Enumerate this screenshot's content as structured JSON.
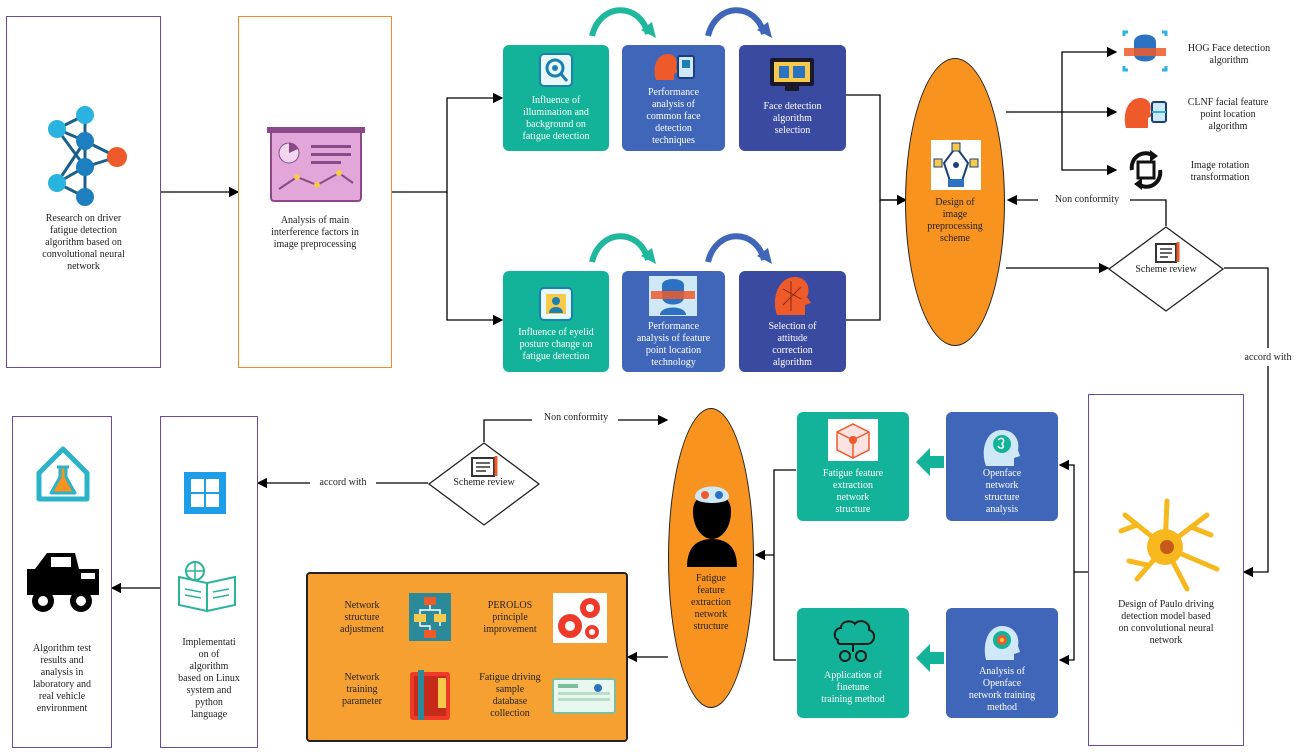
{
  "nodes": {
    "research": "Research on driver\nfatigue detection\nalgorithm based on\nconvolutional neural\nnetwork",
    "analysis": "Analysis of main\ninterference factors in\nimage preprocessing",
    "illumination": "Influence of\nillumination and\nbackground on\nfatigue detection",
    "perf_face": "Performance\nanalysis of\ncommon face\ndetection\ntechniques",
    "face_select": "Face detection\nalgorithm\nselection",
    "eyelid": "Influence of eyelid\nposture change on\nfatigue detection",
    "perf_feature": "Performance\nanalysis of feature\npoint location\ntechnology",
    "attitude": "Selection of\nattitude\ncorrection\nalgorithm",
    "design_preproc": "Design of\nimage\npreprocessing\nscheme",
    "hog": "HOG Face detection\nalgorithm",
    "clnf": "CLNF facial feature\npoint location\nalgorithm",
    "rotation": "Image rotation\ntransformation",
    "non_conformity_top": "Non conformity",
    "scheme_review_top": "Scheme review",
    "accord_right": "accord with",
    "paulo": "Design of Paulo driving\ndetection model based\non convolutional neural\nnetwork",
    "openface_struct": "Openface\nnetwork\nstructure\nanalysis",
    "fatigue_struct": "Fatigue feature\nextraction\nnetwork\nstructure",
    "openface_train": "Analysis of\nOpenface\nnetwork training\nmethod",
    "finetune": "Application of\nfinetune\ntraining method",
    "fatigue_center": "Fatigue\nfeature\nextraction\nnetwork\nstructure",
    "non_conformity_bottom": "Non conformity",
    "scheme_review_bottom": "Scheme review",
    "accord_bottom": "accord with",
    "net_adjust": "Network\nstructure\nadjustment",
    "perolos": "PEROLOS\nprinciple\nimprovement",
    "net_train": "Network\ntraining\nparameter",
    "fatigue_db": "Fatigue driving\nsample\ndatabase\ncollection",
    "implementation": "Implementati\non of\nalgorithm\nbased on Linux\nsystem and\npython\nlanguage",
    "algo_test": "Algorithm test\nresults and\nanalysis in\nlaboratory and\nreal vehicle\nenvironment"
  },
  "icons": {
    "research": "neural-network-icon",
    "analysis": "presentation-board-icon",
    "illumination": "magnifier-face-icon",
    "perf_face": "face-scan-icon",
    "face_select": "monitor-icon",
    "eyelid": "user-focus-icon",
    "perf_feature": "face-recognition-icon",
    "attitude": "head-profile-icon",
    "design_preproc": "pen-tool-icon",
    "hog": "face-detection-icon",
    "clnf": "head-scan-icon",
    "rotation": "rotate-icon",
    "scheme_review": "document-review-icon",
    "paulo": "neuron-icon",
    "openface_struct": "brain-head-icon",
    "fatigue_struct": "cube-network-icon",
    "openface_train": "target-head-icon",
    "finetune": "brain-gears-icon",
    "fatigue_center": "person-brain-icon",
    "net_adjust": "flowchart-icon",
    "perolos": "gears-icon",
    "net_train": "books-icon",
    "fatigue_db": "database-screen-icon",
    "implementation": "windows-icon",
    "implementation_book": "book-ball-icon",
    "lab": "lab-flask-icon",
    "truck": "truck-icon"
  },
  "colors": {
    "teal": "#13b39a",
    "blue": "#3f66b8",
    "navy": "#3a4aa0",
    "orange": "#f7931e",
    "panel_border": "#6a4c9c",
    "arrow_teal": "#1fb89c",
    "arrow_blue": "#3f66b8"
  }
}
